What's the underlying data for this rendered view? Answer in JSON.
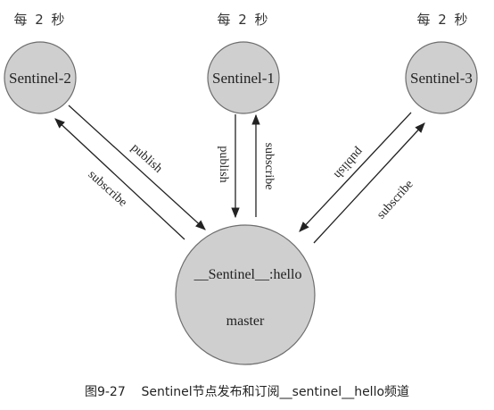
{
  "interval_label": "每 2 秒",
  "nodes": {
    "sentinel_1": "Sentinel-1",
    "sentinel_2": "Sentinel-2",
    "sentinel_3": "Sentinel-3",
    "channel": "__Sentinel__:hello",
    "master": "master"
  },
  "edges": {
    "publish": "publish",
    "subscribe": "subscribe"
  },
  "caption": "图9-27    Sentinel节点发布和订阅__sentinel__hello频道"
}
